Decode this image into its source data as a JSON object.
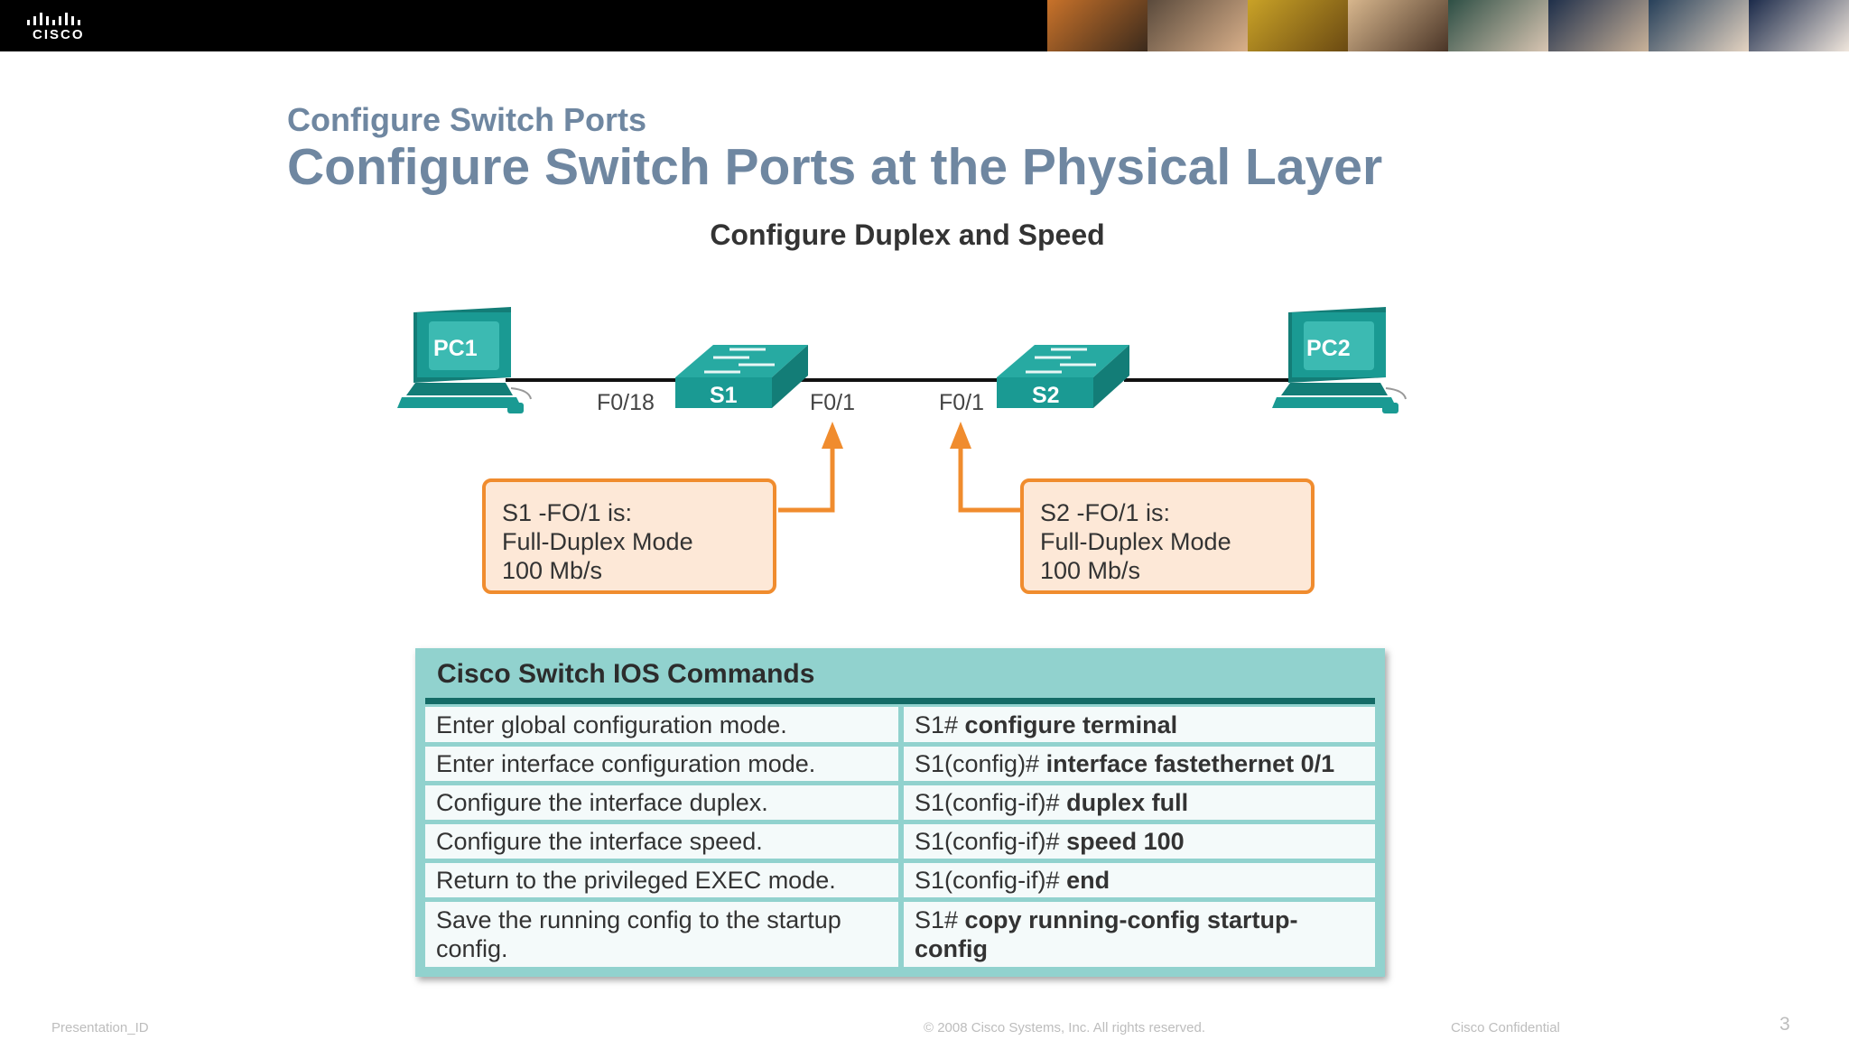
{
  "header": {
    "logo_text": "CISCO"
  },
  "slide": {
    "subtitle": "Configure Switch Ports",
    "title": "Configure Switch Ports at the Physical Layer",
    "figure_title": "Configure Duplex and Speed"
  },
  "diagram": {
    "pc1_label": "PC1",
    "pc2_label": "PC2",
    "s1_label": "S1",
    "s2_label": "S2",
    "port_s1_pc": "F0/18",
    "port_s1_s2": "F0/1",
    "port_s2_s1": "F0/1",
    "callout_s1": {
      "line1": "S1 -FO/1 is:",
      "line2": "Full-Duplex Mode",
      "line3": "100 Mb/s"
    },
    "callout_s2": {
      "line1": "S2 -FO/1 is:",
      "line2": "Full-Duplex Mode",
      "line3": "100 Mb/s"
    },
    "colors": {
      "device": "#1a9a93",
      "callout_border": "#f08c2e",
      "callout_fill": "#fde8d7"
    }
  },
  "table": {
    "heading": "Cisco Switch IOS Commands",
    "rows": [
      {
        "desc": "Enter global configuration mode.",
        "prompt": "S1# ",
        "cmd": "configure terminal"
      },
      {
        "desc": "Enter interface configuration mode.",
        "prompt": "S1(config)# ",
        "cmd": "interface fastethernet 0/1"
      },
      {
        "desc": "Configure the interface duplex.",
        "prompt": "S1(config-if)# ",
        "cmd": "duplex full"
      },
      {
        "desc": "Configure the interface speed.",
        "prompt": "S1(config-if)# ",
        "cmd": "speed 100"
      },
      {
        "desc": "Return to the privileged EXEC mode.",
        "prompt": "S1(config-if)# ",
        "cmd": "end"
      },
      {
        "desc": "Save the running config to the startup config.",
        "prompt": "S1# ",
        "cmd": "copy running-config startup-config"
      }
    ]
  },
  "footer": {
    "presentation_id": "Presentation_ID",
    "copyright": "© 2008 Cisco Systems, Inc. All rights reserved.",
    "confidential": "Cisco Confidential",
    "page_number": "3"
  }
}
